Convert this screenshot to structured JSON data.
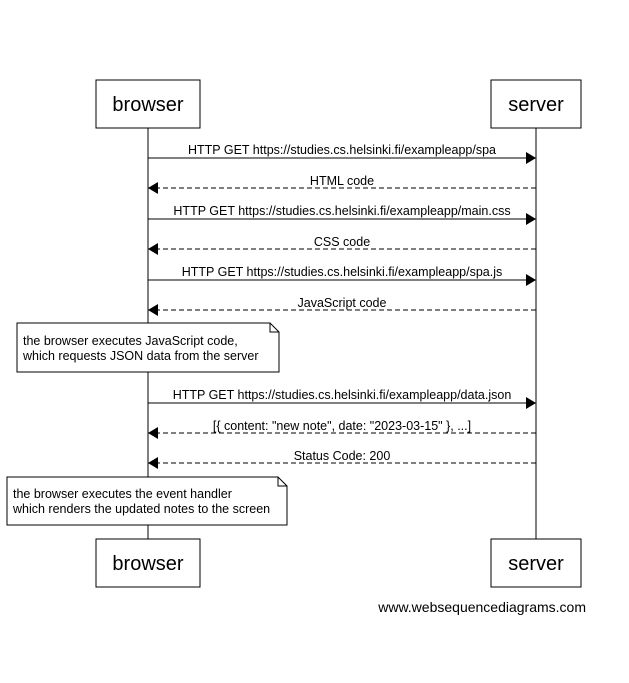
{
  "participants": {
    "browser": "browser",
    "server": "server"
  },
  "messages": [
    {
      "label": "HTTP GET https://studies.cs.helsinki.fi/exampleapp/spa",
      "direction": "to-server",
      "style": "solid"
    },
    {
      "label": "HTML code",
      "direction": "to-browser",
      "style": "dashed"
    },
    {
      "label": "HTTP GET https://studies.cs.helsinki.fi/exampleapp/main.css",
      "direction": "to-server",
      "style": "solid"
    },
    {
      "label": "CSS code",
      "direction": "to-browser",
      "style": "dashed"
    },
    {
      "label": "HTTP GET https://studies.cs.helsinki.fi/exampleapp/spa.js",
      "direction": "to-server",
      "style": "solid"
    },
    {
      "label": "JavaScript code",
      "direction": "to-browser",
      "style": "dashed"
    },
    {
      "label": "HTTP GET https://studies.cs.helsinki.fi/exampleapp/data.json",
      "direction": "to-server",
      "style": "solid"
    },
    {
      "label": "[{ content: \"new note\", date: \"2023-03-15\" }, ...]",
      "direction": "to-browser",
      "style": "dashed"
    },
    {
      "label": "Status Code: 200",
      "direction": "to-browser",
      "style": "dashed"
    }
  ],
  "notes": [
    {
      "lines": [
        "the browser executes JavaScript code,",
        "which requests JSON data from the server"
      ]
    },
    {
      "lines": [
        "the browser executes the event handler",
        "which renders the updated notes to the screen"
      ]
    }
  ],
  "footer": "www.websequencediagrams.com"
}
